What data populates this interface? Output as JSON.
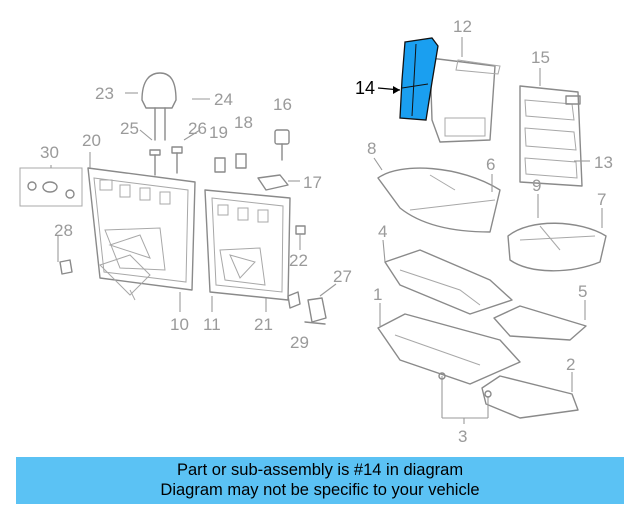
{
  "callouts": {
    "c1": "1",
    "c2": "2",
    "c3": "3",
    "c4": "4",
    "c5": "5",
    "c6": "6",
    "c7": "7",
    "c8": "8",
    "c9": "9",
    "c10": "10",
    "c11": "11",
    "c12": "12",
    "c13": "13",
    "c14": "14",
    "c15": "15",
    "c16": "16",
    "c17": "17",
    "c18": "18",
    "c19": "19",
    "c20": "20",
    "c21": "21",
    "c22": "22",
    "c23": "23",
    "c24": "24",
    "c25": "25",
    "c26": "26",
    "c27": "27",
    "c28": "28",
    "c29": "29",
    "c30": "30"
  },
  "highlight": {
    "color": "#1a9ff0",
    "part": "14"
  },
  "banner": {
    "color": "#5bc2f4",
    "line1": "Part or sub-assembly is #14 in diagram",
    "line2": "Diagram may not be specific to your vehicle"
  }
}
